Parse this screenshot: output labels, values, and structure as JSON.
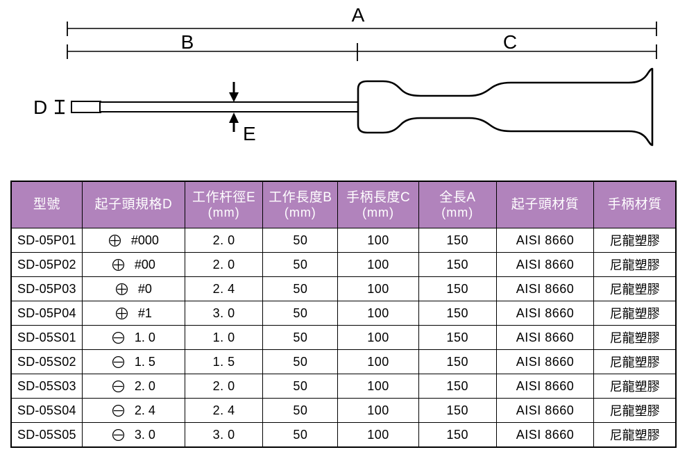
{
  "drawing": {
    "labels": {
      "overall": "A",
      "blade": "B",
      "handle": "C",
      "tip_width": "D",
      "shaft_dia": "E"
    },
    "name": "screwdriver-dimension-drawing"
  },
  "table": {
    "headers": [
      {
        "title": "型號",
        "unit": ""
      },
      {
        "title": "起子頭規格D",
        "unit": ""
      },
      {
        "title": "工作杆徑E",
        "unit": "(mm)"
      },
      {
        "title": "工作長度B",
        "unit": "(mm)"
      },
      {
        "title": "手柄長度C",
        "unit": "(mm)"
      },
      {
        "title": "全長A",
        "unit": "(mm)"
      },
      {
        "title": "起子頭材質",
        "unit": ""
      },
      {
        "title": "手柄材質",
        "unit": ""
      }
    ],
    "rows": [
      {
        "model": "SD-05P01",
        "tip_icon": "phillips-icon",
        "tip_spec": "#000",
        "shaft_dia": "2. 0",
        "blade_len": "50",
        "handle_len": "100",
        "overall_len": "150",
        "tip_material": "AISI 8660",
        "handle_material": "尼龍塑膠"
      },
      {
        "model": "SD-05P02",
        "tip_icon": "phillips-icon",
        "tip_spec": "#00",
        "shaft_dia": "2. 0",
        "blade_len": "50",
        "handle_len": "100",
        "overall_len": "150",
        "tip_material": "AISI 8660",
        "handle_material": "尼龍塑膠"
      },
      {
        "model": "SD-05P03",
        "tip_icon": "phillips-icon",
        "tip_spec": "#0",
        "shaft_dia": "2. 4",
        "blade_len": "50",
        "handle_len": "100",
        "overall_len": "150",
        "tip_material": "AISI 8660",
        "handle_material": "尼龍塑膠"
      },
      {
        "model": "SD-05P04",
        "tip_icon": "phillips-icon",
        "tip_spec": "#1",
        "shaft_dia": "3. 0",
        "blade_len": "50",
        "handle_len": "100",
        "overall_len": "150",
        "tip_material": "AISI 8660",
        "handle_material": "尼龍塑膠"
      },
      {
        "model": "SD-05S01",
        "tip_icon": "slotted-icon",
        "tip_spec": "1. 0",
        "shaft_dia": "1. 0",
        "blade_len": "50",
        "handle_len": "100",
        "overall_len": "150",
        "tip_material": "AISI 8660",
        "handle_material": "尼龍塑膠"
      },
      {
        "model": "SD-05S02",
        "tip_icon": "slotted-icon",
        "tip_spec": "1. 5",
        "shaft_dia": "1. 5",
        "blade_len": "50",
        "handle_len": "100",
        "overall_len": "150",
        "tip_material": "AISI 8660",
        "handle_material": "尼龍塑膠"
      },
      {
        "model": "SD-05S03",
        "tip_icon": "slotted-icon",
        "tip_spec": "2. 0",
        "shaft_dia": "2. 0",
        "blade_len": "50",
        "handle_len": "100",
        "overall_len": "150",
        "tip_material": "AISI 8660",
        "handle_material": "尼龍塑膠"
      },
      {
        "model": "SD-05S04",
        "tip_icon": "slotted-icon",
        "tip_spec": "2. 4",
        "shaft_dia": "2. 4",
        "blade_len": "50",
        "handle_len": "100",
        "overall_len": "150",
        "tip_material": "AISI 8660",
        "handle_material": "尼龍塑膠"
      },
      {
        "model": "SD-05S05",
        "tip_icon": "slotted-icon",
        "tip_spec": "3. 0",
        "shaft_dia": "3. 0",
        "blade_len": "50",
        "handle_len": "100",
        "overall_len": "150",
        "tip_material": "AISI 8660",
        "handle_material": "尼龍塑膠"
      }
    ]
  },
  "colors": {
    "header_bg": "#b183bc",
    "header_text": "#ffffff",
    "line": "#000000",
    "page_bg": "#ffffff"
  }
}
